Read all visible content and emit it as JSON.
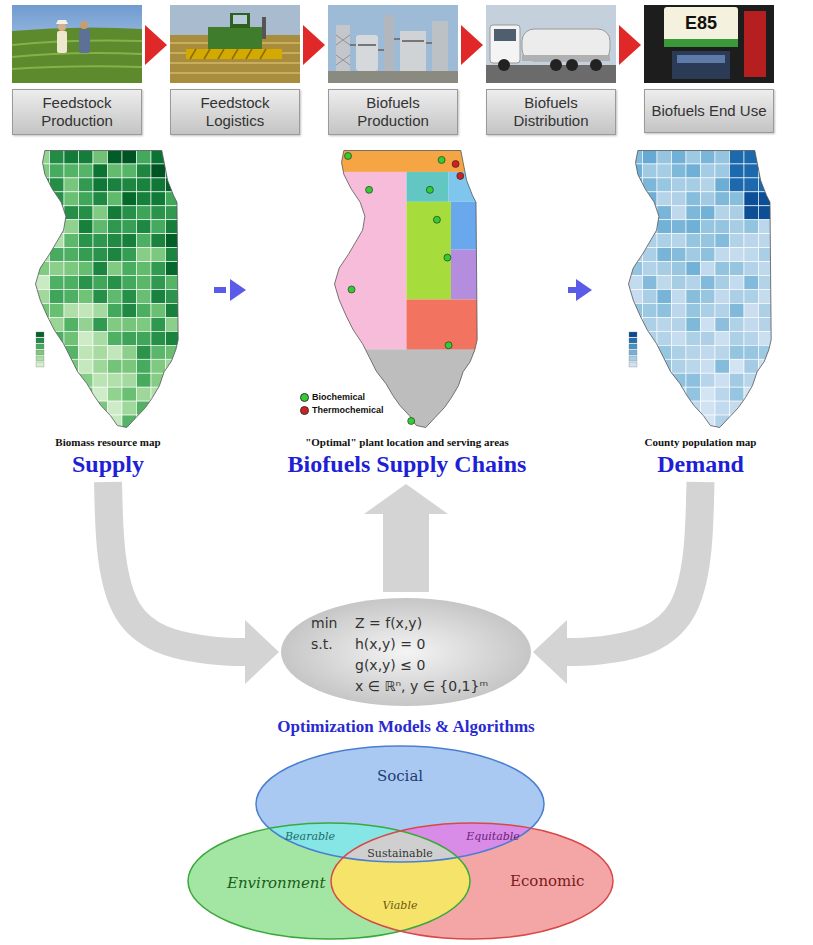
{
  "diagram": {
    "nodes": [
      {
        "text": [
          "Feedstock Production"
        ]
      },
      {
        "text": [
          "Feedstock Logistics"
        ]
      },
      {
        "text": [
          "Biofuels Production"
        ]
      },
      {
        "text": [
          "Biofuels Distribution"
        ]
      },
      {
        "text": [
          "Biofuels End Use"
        ]
      },
      {
        "text": [
          "Biomass resource map",
          "Supply"
        ]
      },
      {
        "text": [
          "\"Optimal\" plant location and serving areas",
          "Biofuels Supply Chains"
        ]
      },
      {
        "text": [
          "County population map",
          "Demand"
        ]
      },
      {
        "text": [
          "min",
          "Z = f(x,y)",
          "s.t.",
          "h(x,y) = 0",
          "g(x,y) ≤ 0",
          "x ∈ ℝⁿ, y ∈ {0,1}ᵐ",
          "Optimization Models & Algorithms"
        ]
      },
      {
        "text": [
          "Social"
        ]
      },
      {
        "text": [
          "Environment"
        ]
      },
      {
        "text": [
          "Economic"
        ]
      }
    ],
    "edges": [
      {
        "from": 0,
        "to": 1,
        "arrow": "to"
      },
      {
        "from": 1,
        "to": 2,
        "arrow": "to"
      },
      {
        "from": 2,
        "to": 3,
        "arrow": "to"
      },
      {
        "from": 3,
        "to": 4,
        "arrow": "to"
      },
      {
        "from": 5,
        "to": 6,
        "arrow": "to"
      },
      {
        "from": 6,
        "to": 7,
        "arrow": "to"
      },
      {
        "from": 5,
        "to": 8,
        "arrow": "to"
      },
      {
        "from": 7,
        "to": 8,
        "arrow": "to"
      },
      {
        "from": 8,
        "to": 6,
        "arrow": "to"
      }
    ],
    "labels": [
      "E85",
      "Bearable",
      "Equitable",
      "Sustainable",
      "Viable"
    ],
    "legend": [
      {
        "text": "Biochemical",
        "color": "#33cc33"
      },
      {
        "text": "Thermochemical",
        "color": "#cc2222"
      }
    ]
  }
}
